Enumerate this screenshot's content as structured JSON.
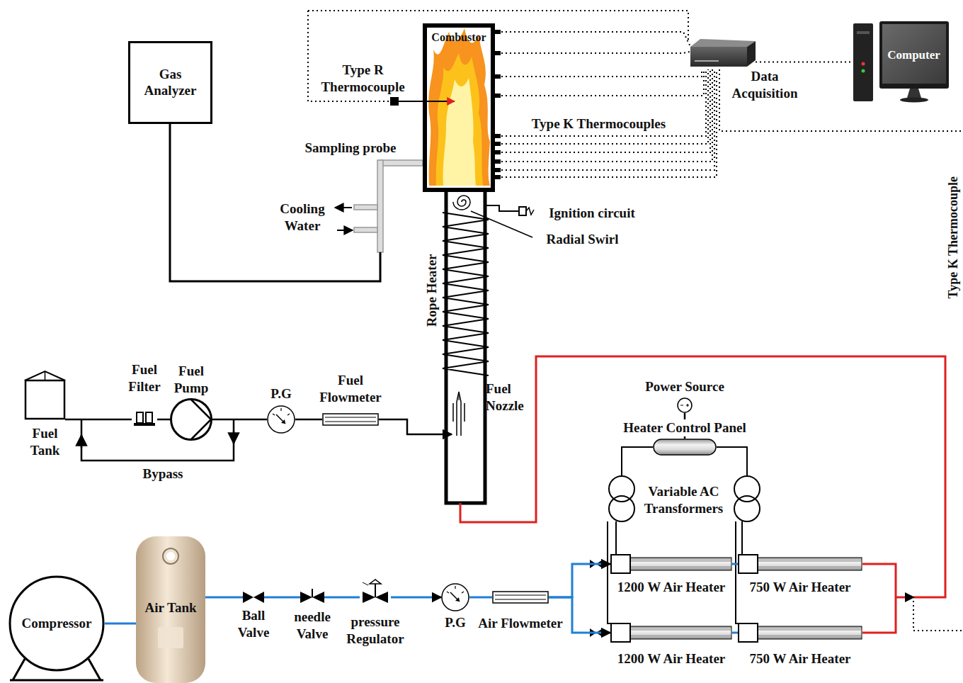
{
  "diagram": {
    "nodes": [
      {
        "text": [
          "Gas Analyzer"
        ]
      },
      {
        "text": [
          "Combustor"
        ]
      },
      {
        "text": [
          "Data Acquisition"
        ]
      },
      {
        "text": [
          "Computer"
        ]
      },
      {
        "text": [
          "Power Source"
        ]
      },
      {
        "text": [
          "Heater Control Panel"
        ]
      },
      {
        "text": [
          "Fuel Tank"
        ]
      },
      {
        "text": [
          "Fuel Filter"
        ]
      },
      {
        "text": [
          "Fuel Pump"
        ]
      },
      {
        "text": [
          "P.G"
        ]
      },
      {
        "text": [
          "Fuel Flowmeter"
        ]
      },
      {
        "text": [
          "Fuel Nozzle"
        ]
      },
      {
        "text": [
          "Compressor"
        ]
      },
      {
        "text": [
          "Air Tank"
        ]
      },
      {
        "text": [
          "Ball Valve"
        ]
      },
      {
        "text": [
          "needle Valve"
        ]
      },
      {
        "text": [
          "pressure Regulator"
        ]
      },
      {
        "text": [
          "P.G"
        ]
      },
      {
        "text": [
          "Air Flowmeter"
        ]
      },
      {
        "text": [
          "1200 W Air Heater"
        ]
      },
      {
        "text": [
          "750 W Air Heater"
        ]
      },
      {
        "text": [
          "1200 W Air Heater"
        ]
      },
      {
        "text": [
          "750 W Air Heater"
        ]
      }
    ],
    "edges": [
      {
        "from": 6,
        "to": 7,
        "arrow": "none"
      },
      {
        "from": 7,
        "to": 8,
        "arrow": "none"
      },
      {
        "from": 8,
        "to": 9,
        "arrow": "none"
      },
      {
        "from": 9,
        "to": 10,
        "arrow": "none"
      },
      {
        "from": 10,
        "to": 11,
        "arrow": "to"
      },
      {
        "from": 2,
        "to": 3,
        "arrow": "none"
      },
      {
        "from": 4,
        "to": 5,
        "arrow": "none"
      },
      {
        "from": 12,
        "to": 13,
        "arrow": "none"
      },
      {
        "from": 13,
        "to": 14,
        "arrow": "none"
      },
      {
        "from": 14,
        "to": 15,
        "arrow": "none"
      },
      {
        "from": 15,
        "to": 16,
        "arrow": "none"
      },
      {
        "from": 16,
        "to": 17,
        "arrow": "to"
      },
      {
        "from": 17,
        "to": 18,
        "arrow": "none"
      },
      {
        "from": 18,
        "to": 19,
        "arrow": "to"
      },
      {
        "from": 18,
        "to": 21,
        "arrow": "to"
      },
      {
        "from": 19,
        "to": 20,
        "arrow": "none"
      },
      {
        "from": 21,
        "to": 22,
        "arrow": "none"
      }
    ],
    "labels": [
      "Type R Thermocouple",
      "Sampling probe",
      "Cooling Water",
      "Ignition circuit",
      "Radial Swirl",
      "Rope Heater",
      "Type K Thermocouples",
      "Type K Thermocouple",
      "Bypass",
      "Variable AC Transformers"
    ]
  }
}
